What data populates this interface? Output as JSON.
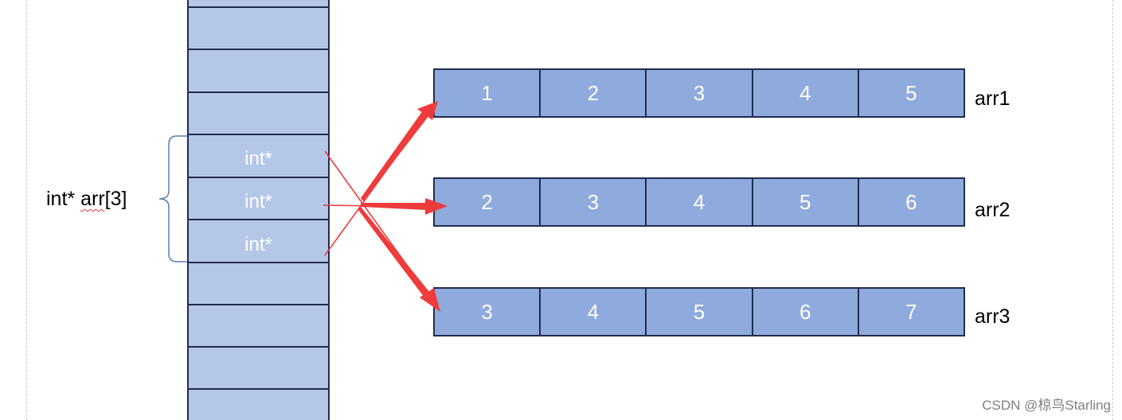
{
  "declaration": {
    "prefix": "int* ",
    "name": "arr",
    "suffix": "[3]"
  },
  "pointer_cells": [
    "int*",
    "int*",
    "int*"
  ],
  "arrays": [
    {
      "name": "arr1",
      "values": [
        "1",
        "2",
        "3",
        "4",
        "5"
      ]
    },
    {
      "name": "arr2",
      "values": [
        "2",
        "3",
        "4",
        "5",
        "6"
      ]
    },
    {
      "name": "arr3",
      "values": [
        "3",
        "4",
        "5",
        "6",
        "7"
      ]
    }
  ],
  "colors": {
    "memory_fill": "#b4c7e7",
    "array_fill": "#8faadc",
    "border": "#1f2d4d",
    "arrow": "#ee3b3b",
    "brace": "#5b7fb0"
  },
  "watermark": "CSDN @椋鸟Starling"
}
